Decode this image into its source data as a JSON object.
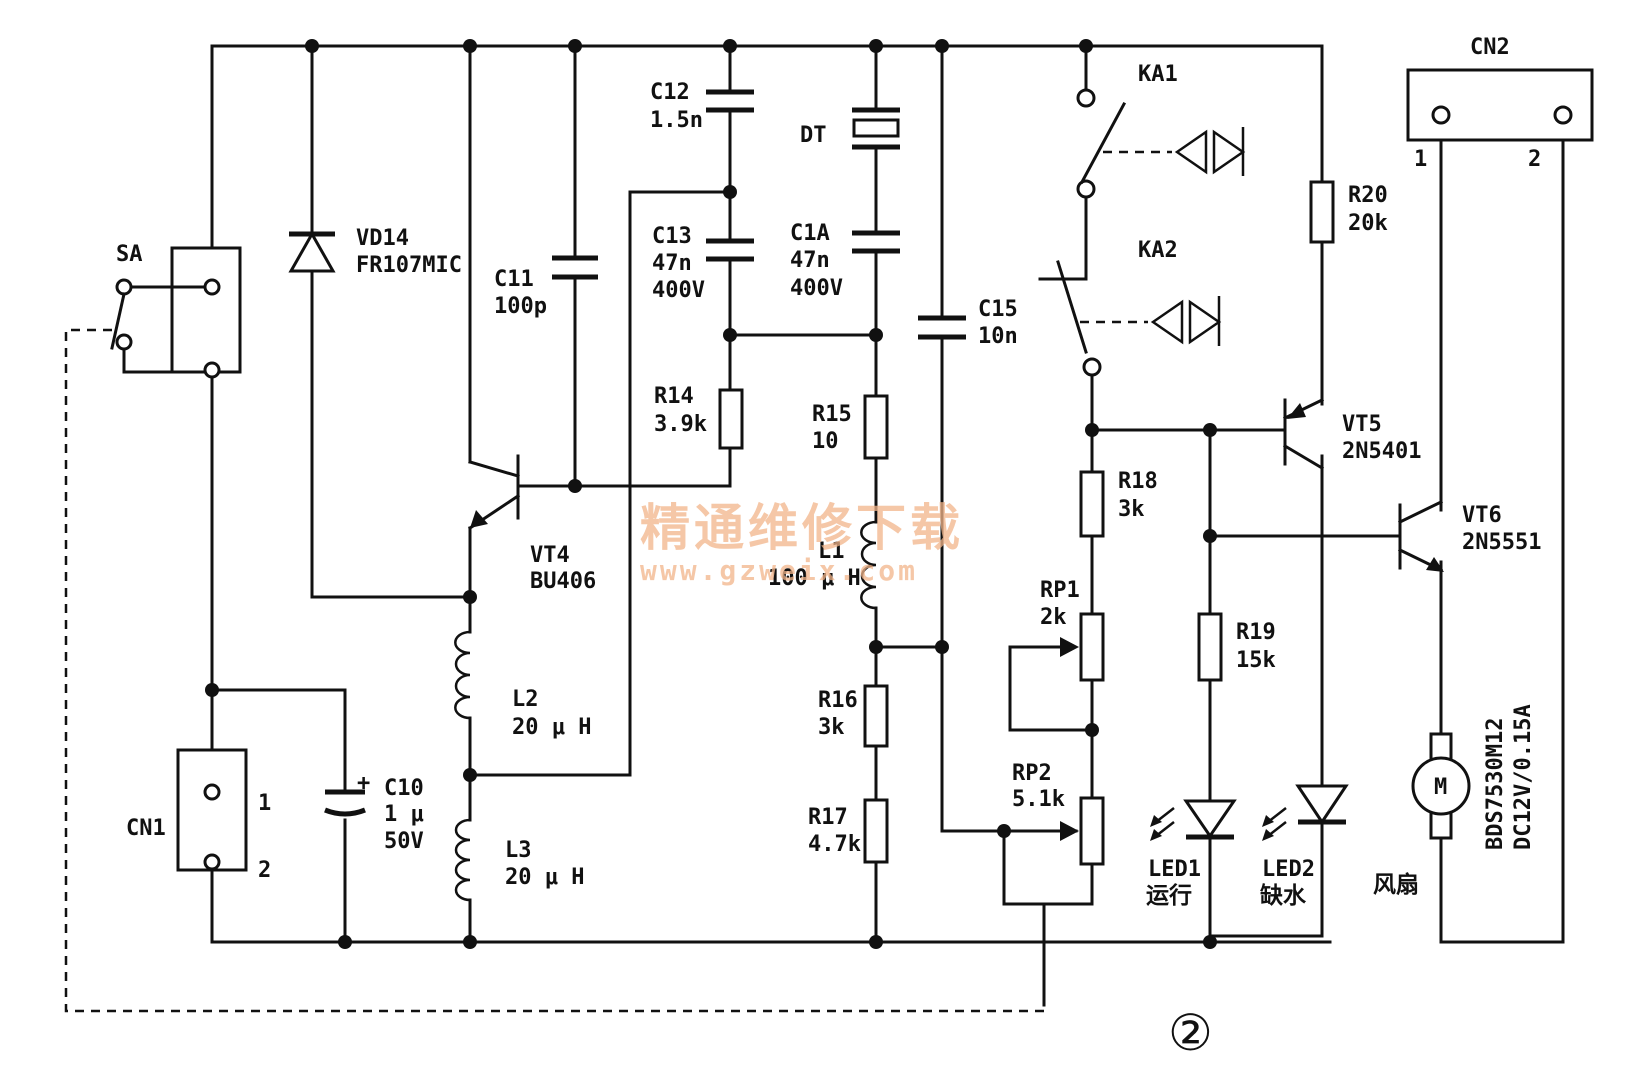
{
  "labels": {
    "sa": "SA",
    "cn1": "CN1",
    "cn1_pin1": "1",
    "cn1_pin2": "2",
    "vd14": "VD14",
    "vd14_part": "FR107MIC",
    "c10": "C10",
    "c10_value": "1 μ",
    "c10_voltage": "50V",
    "vt4": "VT4",
    "vt4_part": "BU406",
    "l2": "L2",
    "l2_value": "20 μ H",
    "l3": "L3",
    "l3_value": "20 μ H",
    "c11": "C11",
    "c11_value": "100p",
    "c12": "C12",
    "c12_value": "1.5n",
    "c13": "C13",
    "c13_value": "47n",
    "c13_voltage": "400V",
    "r14": "R14",
    "r14_value": "3.9k",
    "dt": "DT",
    "c1a": "C1A",
    "c1a_value": "47n",
    "c1a_voltage": "400V",
    "r15": "R15",
    "r15_value": "10",
    "l1": "L1",
    "l1_value": "100 μ H",
    "r16": "R16",
    "r16_value": "3k",
    "r17": "R17",
    "r17_value": "4.7k",
    "c15": "C15",
    "c15_value": "10n",
    "ka1": "KA1",
    "ka2": "KA2",
    "r18": "R18",
    "r18_value": "3k",
    "rp1": "RP1",
    "rp1_value": "2k",
    "rp2": "RP2",
    "rp2_value": "5.1k",
    "r19": "R19",
    "r19_value": "15k",
    "r20": "R20",
    "r20_value": "20k",
    "vt5": "VT5",
    "vt5_part": "2N5401",
    "vt6": "VT6",
    "vt6_part": "2N5551",
    "led1": "LED1",
    "led1_cn": "运行",
    "led2": "LED2",
    "led2_cn": "缺水",
    "cn2": "CN2",
    "cn2_pin1": "1",
    "cn2_pin2": "2",
    "motor": "M",
    "fan_part": "BDS7530M12",
    "fan_rating": "DC12V/0.15A",
    "fan_cn": "风扇",
    "figure": "②"
  },
  "watermark": {
    "cn": "精通维修下载",
    "url": "www.gzweix.com"
  }
}
